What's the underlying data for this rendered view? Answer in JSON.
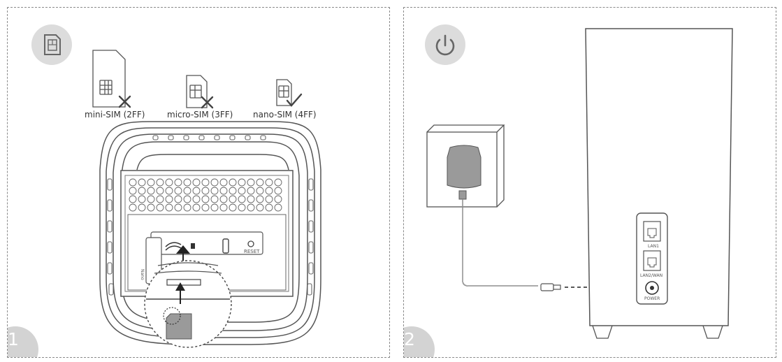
{
  "panel1": {
    "step_number": "1",
    "sim_types": [
      {
        "label": "mini-SIM (2FF)",
        "status": "not-supported"
      },
      {
        "label": "micro-SIM (3FF)",
        "status": "not-supported"
      },
      {
        "label": "nano-SIM (4FF)",
        "status": "supported"
      }
    ],
    "slot_label": "Nano",
    "reset_label": "RESET"
  },
  "panel2": {
    "step_number": "2",
    "port_labels": {
      "lan1": "LAN1",
      "lan_wan": "LAN2/WAN",
      "power": "POWER"
    }
  },
  "colors": {
    "line": "#555555",
    "icon_bg": "#dcdcdc",
    "step_badge": "#d3d3d3",
    "panel_border": "#8a8a8a"
  }
}
